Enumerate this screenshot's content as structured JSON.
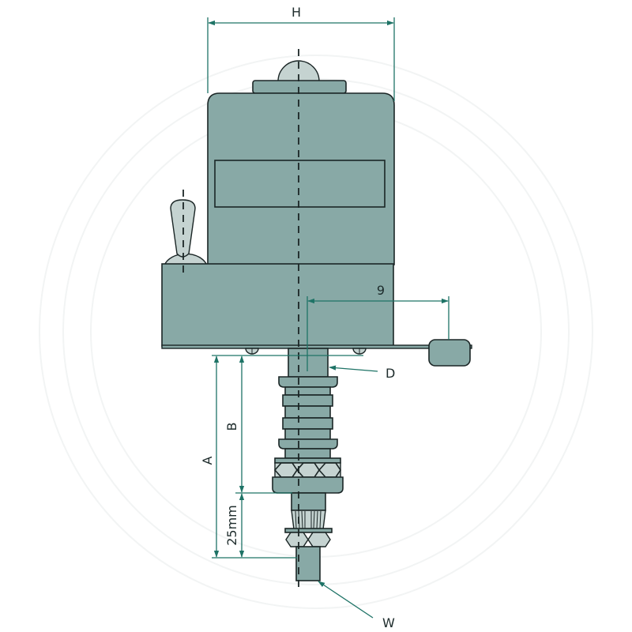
{
  "diagram": {
    "subject": "Wiper motor technical dimension drawing",
    "colors": {
      "body_fill": "#88a9a6",
      "light_fill": "#c5d3d1",
      "outline": "#1b2626",
      "dimension_line": "#1e7366",
      "background": "#ffffff"
    },
    "dimensions": {
      "H": "H",
      "nine": "9",
      "D": "D",
      "A": "A",
      "B": "B",
      "twentyfive": "25mm",
      "W": "W"
    },
    "parts": [
      "motor-housing",
      "top-cap",
      "label-window",
      "gearbox-base",
      "mounting-plate",
      "toggle-lever",
      "mounting-foot",
      "spindle-shaft",
      "threaded-sleeve",
      "hex-nut-upper",
      "washer-flange",
      "knurled-section",
      "hex-nut-lower",
      "output-shaft-end"
    ]
  }
}
